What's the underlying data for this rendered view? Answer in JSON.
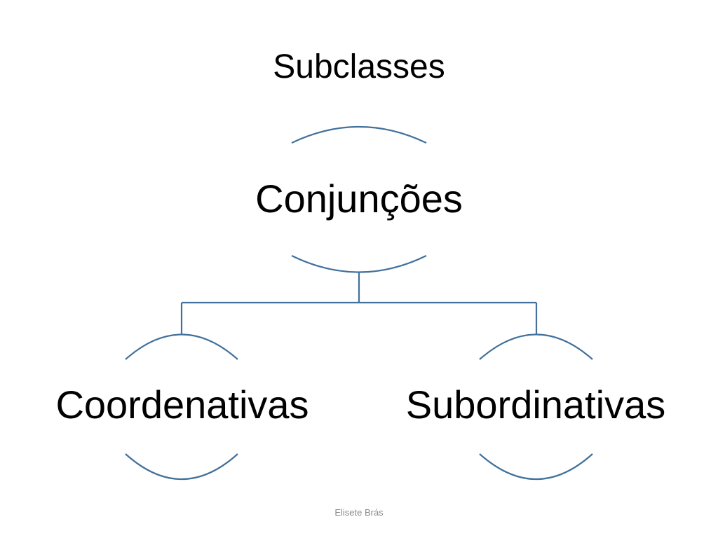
{
  "slide": {
    "title": "Subclasses",
    "footer": "Elisete Brás"
  },
  "diagram": {
    "root": {
      "label": "Conjunções"
    },
    "children": [
      {
        "label": "Coordenativas"
      },
      {
        "label": "Subordinativas"
      }
    ]
  },
  "colors": {
    "connector": "#41719c",
    "text": "#000000",
    "footer": "#8a8a8a"
  }
}
